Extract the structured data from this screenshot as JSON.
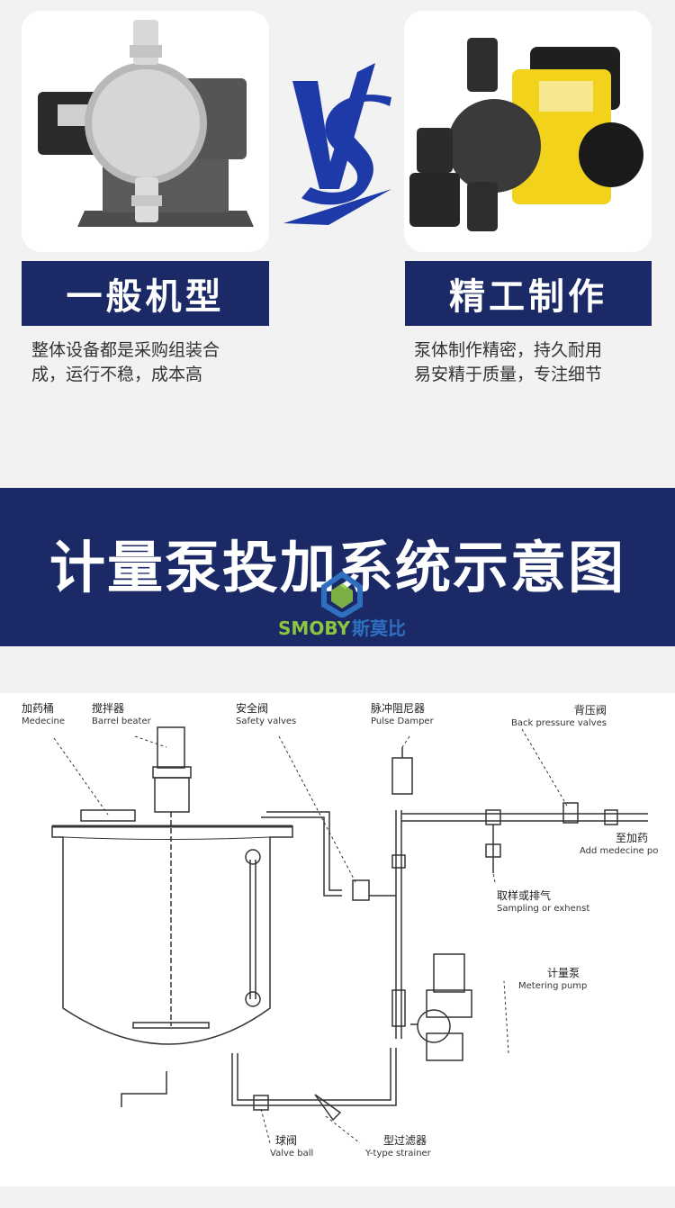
{
  "comparison": {
    "left": {
      "title": "一般机型",
      "desc_line1": "整体设备都是采购组装合",
      "desc_line2": "成，运行不稳，成本高"
    },
    "vs_text": "VS",
    "right": {
      "title": "精工制作",
      "desc_line1": "泵体制作精密，持久耐用",
      "desc_line2": "易安精于质量，专注细节"
    }
  },
  "banner": {
    "title": "计量泵投加系统示意图",
    "logo_en": "SMOBY",
    "logo_cn": "斯莫比"
  },
  "diagram": {
    "labels": {
      "tank_cn": "加药桶",
      "tank_en": "Medecine",
      "beater_cn": "搅拌器",
      "beater_en": "Barrel beater",
      "safety_cn": "安全阀",
      "safety_en": "Safety valves",
      "damper_cn": "脉冲阻尼器",
      "damper_en": "Pulse Damper",
      "backpressure_cn": "背压阀",
      "backpressure_en": "Back pressure valves",
      "addmed_cn": "至加药",
      "addmed_en": "Add medecine po",
      "sampling_cn": "取样或排气",
      "sampling_en": "Sampling or exhenst",
      "pump_cn": "计量泵",
      "pump_en": "Metering pump",
      "valveball_cn": "球阀",
      "valveball_en": "Valve ball",
      "strainer_cn": "型过滤器",
      "strainer_en": "Y-type strainer"
    }
  },
  "colors": {
    "navy": "#1b2a66",
    "pump_yellow": "#f2d21b",
    "logo_green": "#8cc63f",
    "logo_blue": "#2e6fbf"
  }
}
